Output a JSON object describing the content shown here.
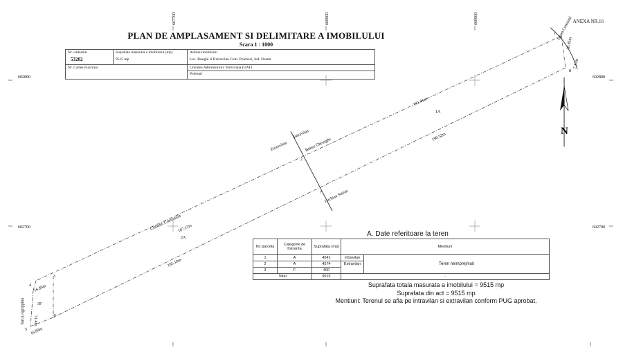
{
  "header": {
    "annex": "ANEXA NR.16",
    "title": "PLAN DE AMPLASAMENT SI DELIMITARE A  IMOBILULUI",
    "scale": "Scara  1 : 1000"
  },
  "info_table": {
    "cadastral_label": "Nr. cadastral",
    "cadastral_value": "53202",
    "surface_label": "Suprafata masurata a imobilului (mp)",
    "surface_value": "9515 mp",
    "address_label": "Adresa imobilului",
    "address_value": "Loc. Bunghi si Extravilan Com. Poienari, Jud. Neamt",
    "land_book_label": "Nr. Cartea Funciara",
    "uat_label": "Unitatea Administrativ Teritoriala (UAT)",
    "uat_value": "Poienari"
  },
  "coordinates": {
    "x_top": [
      "667700",
      "668800",
      "668900"
    ],
    "y_left_top": "602800",
    "y_right_top": "602800",
    "y_left_bottom": "602700",
    "y_right_bottom": "602700"
  },
  "plan": {
    "north": "N",
    "points": [
      "1",
      "2",
      "3",
      "4",
      "5",
      "6",
      "7",
      "8"
    ],
    "labels": {
      "extravilan": "Extravilan",
      "intravilan": "Intravilan",
      "neighbor_top_center": "Bobor Gheorghe",
      "neighbor_bottom_center": "Luchian Stefan",
      "neighbor_left": "Ciobanu Constantin",
      "road_right": "Drum Comunal",
      "road_left": "Tarcu Agrippina",
      "parcel_1a": "1A",
      "parcel_2a": "2A",
      "parcel_3f": "3F"
    },
    "distances": {
      "top_right": "191.41m",
      "bottom_right": "190.52m",
      "top_left": "187.12m",
      "bottom_left": "195.18m",
      "right_end_a": "16.85m",
      "right_end_b": "7.12m",
      "left_top": "16.89m",
      "left_mid": "31.4m",
      "left_bottom": "16.89m"
    }
  },
  "parcels_section": {
    "title": "A. Date referitoare la teren",
    "headers": [
      "Nr. parcela",
      "Categorie de folosinta",
      "Suprafata (mp)",
      "Mentiuni"
    ],
    "rows": [
      {
        "nr": "1",
        "cat": "A",
        "area": "4541",
        "zone": "Intravilan"
      },
      {
        "nr": "2",
        "cat": "A",
        "area": "4574",
        "zone": "Extravilan"
      },
      {
        "nr": "3",
        "cat": "F",
        "area": "400",
        "zone": ""
      }
    ],
    "mentions_value": "Teren neimprejmuit",
    "total_label": "Total",
    "total_value": "9515",
    "total_mentions": "-"
  },
  "summary": {
    "line1": "Suprafata totala masurata a imobilului = 9515 mp",
    "line2": "Suprafata din act  =  9515  mp",
    "line3": "Mentiuni: Terenul se afla pe intravilan si extravilan conform PUG aprobat."
  }
}
